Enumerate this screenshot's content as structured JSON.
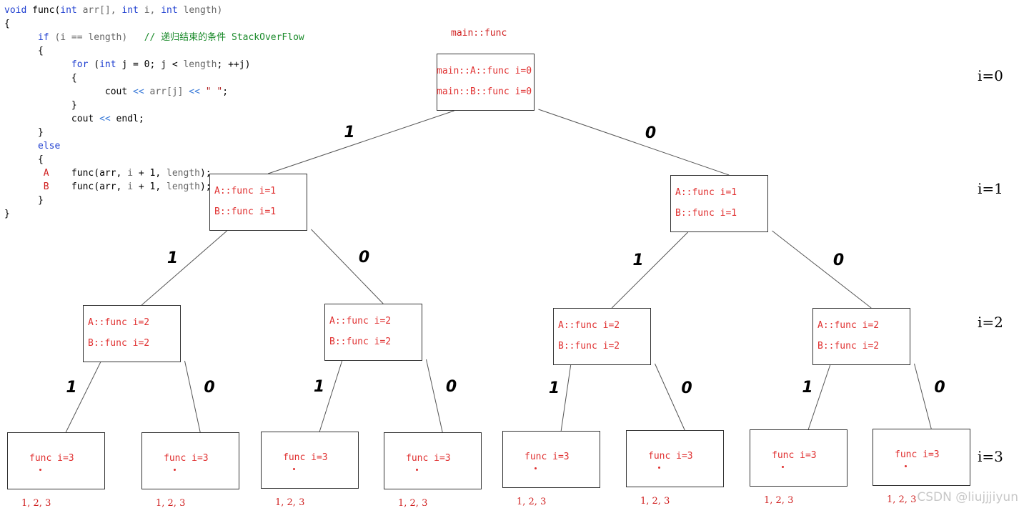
{
  "code": {
    "lines": [
      [
        {
          "t": "void",
          "c": "kw"
        },
        {
          "t": " func(",
          "c": ""
        },
        {
          "t": "int",
          "c": "kw"
        },
        {
          "t": " arr[], ",
          "c": "gy"
        },
        {
          "t": "int",
          "c": "kw"
        },
        {
          "t": " i, ",
          "c": "gy"
        },
        {
          "t": "int",
          "c": "kw"
        },
        {
          "t": " length)",
          "c": "gy"
        }
      ],
      [
        {
          "t": "{",
          "c": ""
        }
      ],
      [
        {
          "t": "      if",
          "c": "kw"
        },
        {
          "t": " (i == length)   ",
          "c": "gy"
        },
        {
          "t": "// 递归结束的条件 StackOverFlow",
          "c": "cm"
        }
      ],
      [
        {
          "t": "      {",
          "c": ""
        }
      ],
      [
        {
          "t": "            for",
          "c": "kw"
        },
        {
          "t": " (",
          "c": ""
        },
        {
          "t": "int",
          "c": "kw"
        },
        {
          "t": " j = 0; j < ",
          "c": ""
        },
        {
          "t": "length",
          "c": "gy"
        },
        {
          "t": "; ++j)",
          "c": ""
        }
      ],
      [
        {
          "t": "            {",
          "c": ""
        }
      ],
      [
        {
          "t": "                  cout ",
          "c": ""
        },
        {
          "t": "<<",
          "c": "op"
        },
        {
          "t": " arr[j] ",
          "c": "gy"
        },
        {
          "t": "<<",
          "c": "op"
        },
        {
          "t": " \" \"",
          "c": "st"
        },
        {
          "t": ";",
          "c": ""
        }
      ],
      [
        {
          "t": "            }",
          "c": ""
        }
      ],
      [
        {
          "t": "            cout ",
          "c": ""
        },
        {
          "t": "<<",
          "c": "op"
        },
        {
          "t": " endl;",
          "c": ""
        }
      ],
      [
        {
          "t": "      }",
          "c": ""
        }
      ],
      [
        {
          "t": "      else",
          "c": "kw"
        }
      ],
      [
        {
          "t": "      {",
          "c": ""
        }
      ],
      [
        {
          "t": "       A",
          "c": "lbl"
        },
        {
          "t": "    func(arr, ",
          "c": ""
        },
        {
          "t": "i",
          "c": "gy"
        },
        {
          "t": " + 1, ",
          "c": ""
        },
        {
          "t": "length",
          "c": "gy"
        },
        {
          "t": ");",
          "c": ""
        }
      ],
      [
        {
          "t": "       B",
          "c": "lbl"
        },
        {
          "t": "    func(arr, ",
          "c": ""
        },
        {
          "t": "i",
          "c": "gy"
        },
        {
          "t": " + 1, ",
          "c": ""
        },
        {
          "t": "length",
          "c": "gy"
        },
        {
          "t": ");",
          "c": ""
        }
      ],
      [
        {
          "t": "      }",
          "c": ""
        }
      ],
      [
        {
          "t": "}",
          "c": ""
        }
      ]
    ]
  },
  "tree": {
    "caption": "main::func",
    "root": {
      "line1": "main::A::func i=0",
      "line2": "main::B::func i=0"
    },
    "level1": [
      {
        "line1": "A::func i=1",
        "line2": "B::func i=1"
      },
      {
        "line1": "A::func i=1",
        "line2": "B::func i=1"
      }
    ],
    "level2": [
      {
        "line1": "A::func i=2",
        "line2": "B::func i=2"
      },
      {
        "line1": "A::func i=2",
        "line2": "B::func i=2"
      },
      {
        "line1": "A::func i=2",
        "line2": "B::func i=2"
      },
      {
        "line1": "A::func i=2",
        "line2": "B::func i=2"
      }
    ],
    "leaf_label": "func i=3",
    "leaf_output": "1, 2, 3",
    "edge_labels": {
      "left": "1",
      "right": "0"
    },
    "levels": [
      "i=0",
      "i=1",
      "i=2",
      "i=3"
    ]
  },
  "watermark": "CSDN @liujjjiyun",
  "colors": {
    "node_text": "#e03030",
    "keyword": "#1f3fd0",
    "comment": "#1a8a2a",
    "border": "#333333"
  }
}
